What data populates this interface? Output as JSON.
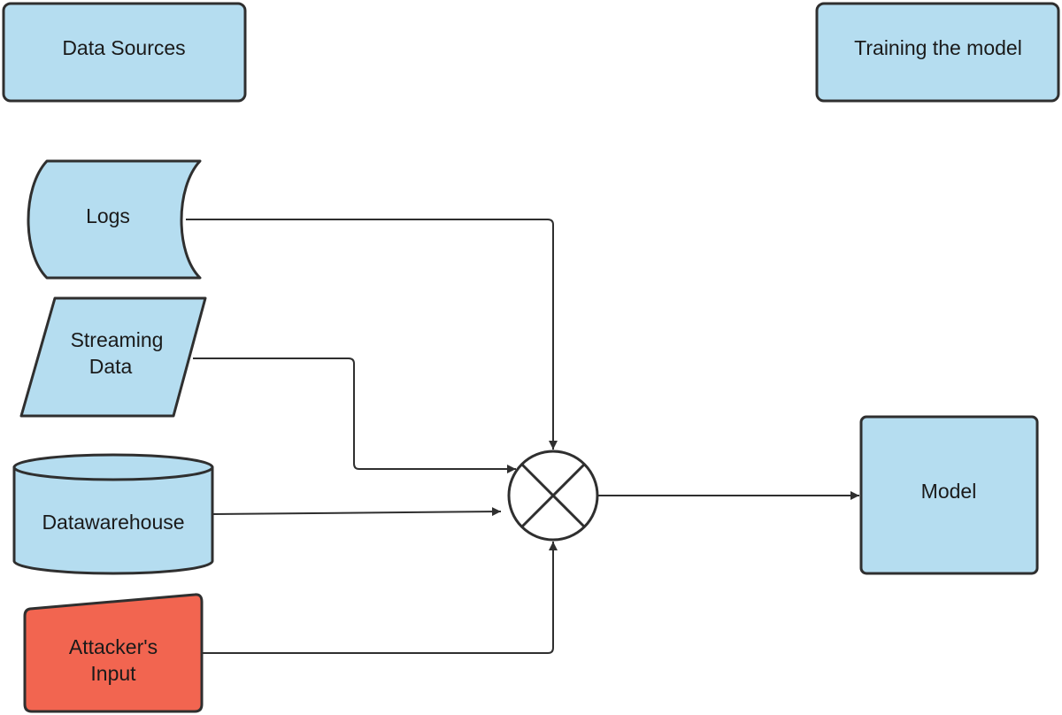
{
  "colors": {
    "node_fill": "#b5ddf0",
    "attacker_fill": "#f26550",
    "stroke": "#2f2f2f",
    "background": "#ffffff"
  },
  "headers": {
    "data_sources": "Data Sources",
    "training": "Training the model"
  },
  "nodes": {
    "logs": "Logs",
    "streaming_line1": "Streaming",
    "streaming_line2": "Data",
    "datawarehouse": "Datawarehouse",
    "attacker_line1": "Attacker's",
    "attacker_line2": "Input",
    "model": "Model"
  },
  "icons": {
    "combiner": "circled-x-icon"
  }
}
